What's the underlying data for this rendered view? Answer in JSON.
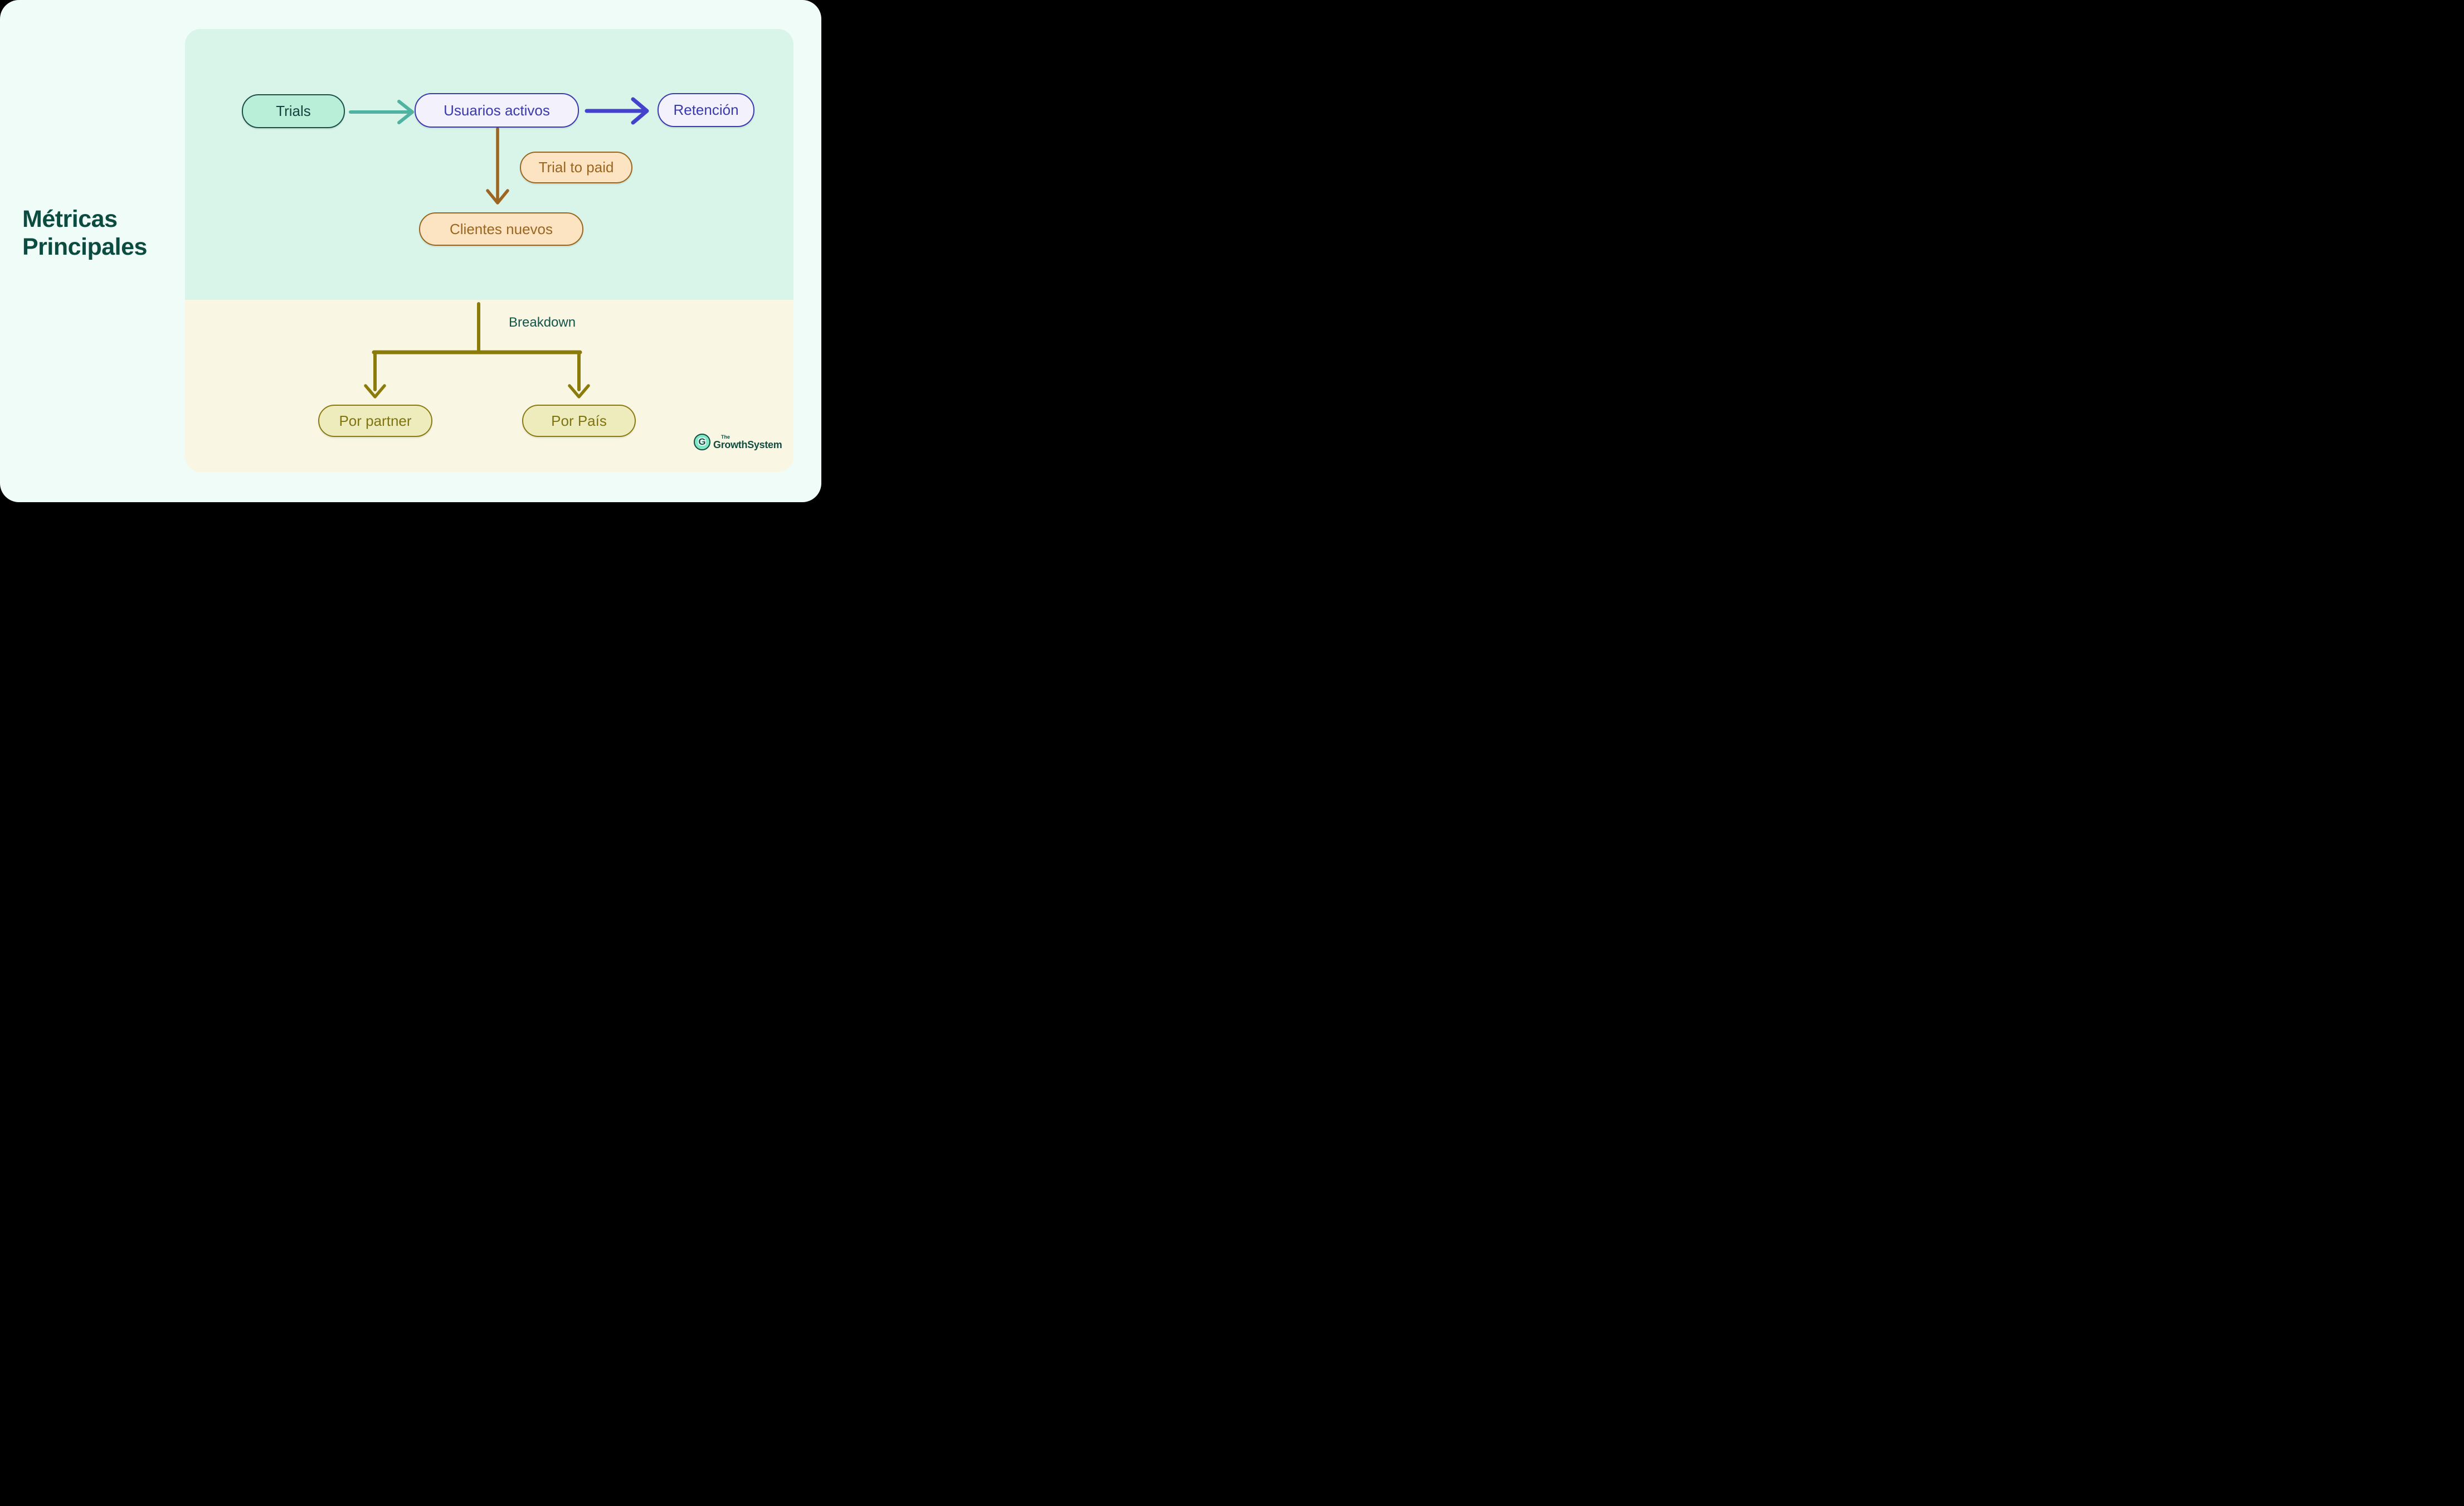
{
  "page": {
    "title_line1": "Métricas",
    "title_line2": "Principales"
  },
  "diagram": {
    "nodes": {
      "trials": {
        "label": "Trials"
      },
      "usuarios_activos": {
        "label": "Usuarios activos"
      },
      "retencion": {
        "label": "Retención"
      },
      "trial_to_paid": {
        "label": "Trial to paid"
      },
      "clientes_nuevos": {
        "label": "Clientes nuevos"
      },
      "por_partner": {
        "label": "Por partner"
      },
      "por_pais": {
        "label": "Por País"
      }
    },
    "annotations": {
      "breakdown": "Breakdown"
    },
    "edges": [
      {
        "from": "trials",
        "to": "usuarios_activos",
        "color": "#50b2a0"
      },
      {
        "from": "usuarios_activos",
        "to": "retencion",
        "color": "#4342cd"
      },
      {
        "from": "usuarios_activos",
        "to": "clientes_nuevos",
        "color": "#9c6522",
        "label_node": "trial_to_paid"
      },
      {
        "from": "clientes_nuevos",
        "to": "por_partner",
        "color": "#8b7b0a",
        "label": "Breakdown"
      },
      {
        "from": "clientes_nuevos",
        "to": "por_pais",
        "color": "#8b7b0a",
        "label": "Breakdown"
      }
    ]
  },
  "branding": {
    "logo_monogram": "G",
    "logo_prefix": "The",
    "logo_name": "GrowthSystem"
  },
  "colors": {
    "page_background": "#000000",
    "canvas_background": "#f0fcf7",
    "metrics_section": "#d9f4e8",
    "breakdown_section": "#f9f7e3",
    "title_text": "#0b4b40",
    "trials_fill": "#b9efd9",
    "trials_border": "#1a4f47",
    "active_retention_fill": "#f3f1fb",
    "active_retention_border": "#3b3bb0",
    "paid_fill": "#fce4c2",
    "paid_border": "#9a661f",
    "partner_country_fill": "#eeecbc",
    "partner_country_border": "#8a7a12",
    "arrow_teal": "#50b2a0",
    "arrow_indigo": "#4342cd",
    "arrow_brown": "#9c6522",
    "arrow_olive": "#8b7b0a",
    "breakdown_text": "#11544a",
    "logo_circle": "#7ee9c5",
    "logo_text": "#134c40"
  }
}
